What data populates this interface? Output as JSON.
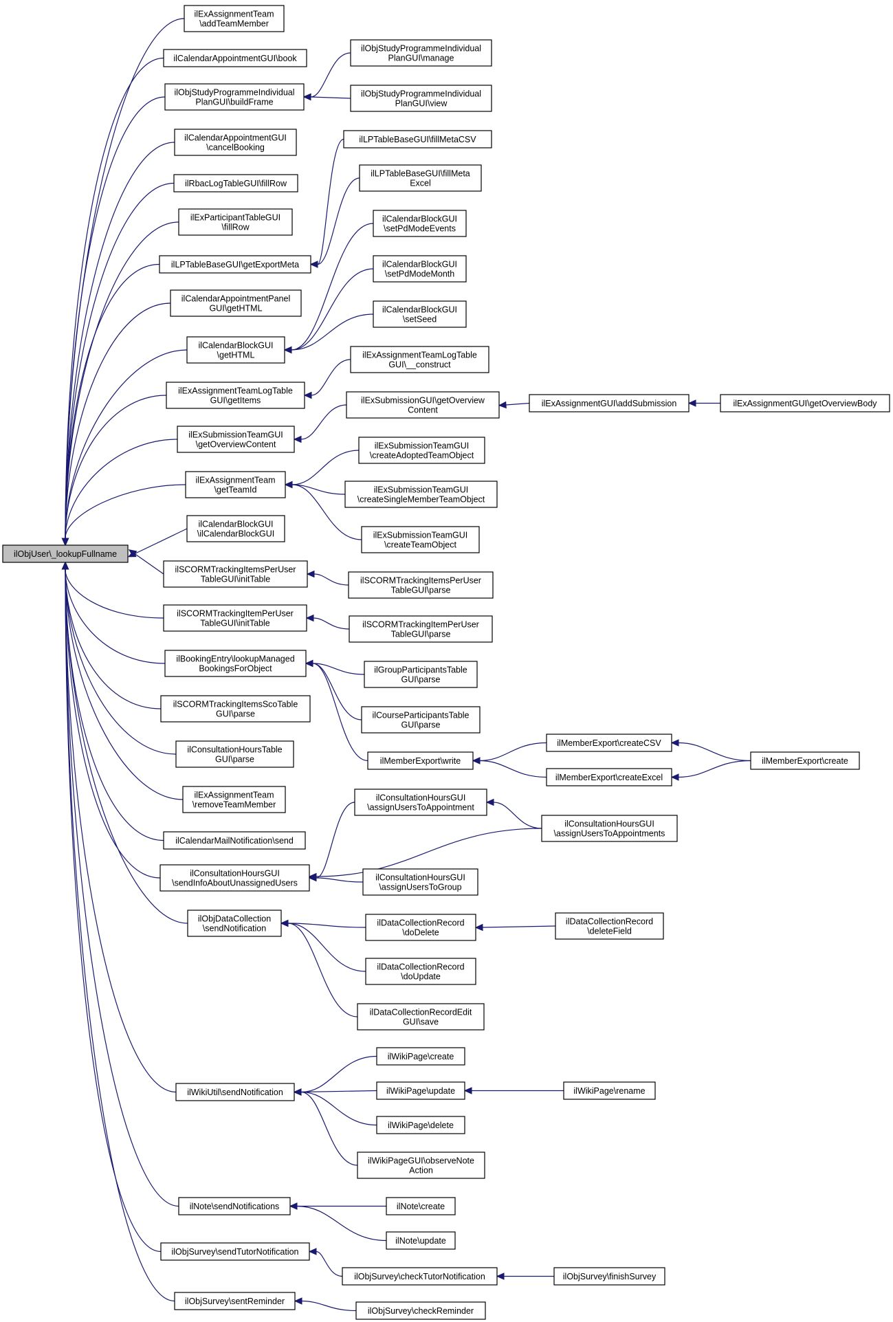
{
  "graph": {
    "nodes": [
      {
        "id": "root",
        "label": "ilObjUser\\_lookupFullname",
        "root": true
      },
      {
        "id": "n1",
        "label": "ilExAssignmentTeam\n\\addTeamMember"
      },
      {
        "id": "n2",
        "label": "ilCalendarAppointmentGUI\\book"
      },
      {
        "id": "n3",
        "label": "ilObjStudyProgrammeIndividual\nPlanGUI\\buildFrame"
      },
      {
        "id": "n4",
        "label": "ilCalendarAppointmentGUI\n\\cancelBooking"
      },
      {
        "id": "n5",
        "label": "ilRbacLogTableGUI\\fillRow"
      },
      {
        "id": "n6",
        "label": "ilExParticipantTableGUI\n\\fillRow"
      },
      {
        "id": "n7",
        "label": "ilLPTableBaseGUI\\getExportMeta"
      },
      {
        "id": "n8",
        "label": "ilCalendarAppointmentPanel\nGUI\\getHTML"
      },
      {
        "id": "n9",
        "label": "ilCalendarBlockGUI\n\\getHTML"
      },
      {
        "id": "n10",
        "label": "ilExAssignmentTeamLogTable\nGUI\\getItems"
      },
      {
        "id": "n11",
        "label": "ilExSubmissionTeamGUI\n\\getOverviewContent"
      },
      {
        "id": "n12",
        "label": "ilExAssignmentTeam\n\\getTeamId"
      },
      {
        "id": "n13",
        "label": "ilCalendarBlockGUI\n\\ilCalendarBlockGUI"
      },
      {
        "id": "n14",
        "label": "ilSCORMTrackingItemsPerUser\nTableGUI\\initTable"
      },
      {
        "id": "n15",
        "label": "ilSCORMTrackingItemPerUser\nTableGUI\\initTable"
      },
      {
        "id": "n16",
        "label": "ilBookingEntry\\lookupManaged\nBookingsForObject"
      },
      {
        "id": "n17",
        "label": "ilSCORMTrackingItemsScoTable\nGUI\\parse"
      },
      {
        "id": "n18",
        "label": "ilConsultationHoursTable\nGUI\\parse"
      },
      {
        "id": "n19",
        "label": "ilExAssignmentTeam\n\\removeTeamMember"
      },
      {
        "id": "n20",
        "label": "ilCalendarMailNotification\\send"
      },
      {
        "id": "n21",
        "label": "ilConsultationHoursGUI\n\\sendInfoAboutUnassignedUsers"
      },
      {
        "id": "n22",
        "label": "ilObjDataCollection\n\\sendNotification"
      },
      {
        "id": "n23",
        "label": "ilWikiUtil\\sendNotification"
      },
      {
        "id": "n24",
        "label": "ilNote\\sendNotifications"
      },
      {
        "id": "n25",
        "label": "ilObjSurvey\\sendTutorNotification"
      },
      {
        "id": "n26",
        "label": "ilObjSurvey\\sentReminder"
      },
      {
        "id": "m1",
        "label": "ilObjStudyProgrammeIndividual\nPlanGUI\\manage"
      },
      {
        "id": "m2",
        "label": "ilObjStudyProgrammeIndividual\nPlanGUI\\view"
      },
      {
        "id": "m3",
        "label": "ilLPTableBaseGUI\\fillMetaCSV"
      },
      {
        "id": "m4",
        "label": "ilLPTableBaseGUI\\fillMeta\nExcel"
      },
      {
        "id": "m5",
        "label": "ilCalendarBlockGUI\n\\setPdModeEvents"
      },
      {
        "id": "m6",
        "label": "ilCalendarBlockGUI\n\\setPdModeMonth"
      },
      {
        "id": "m7",
        "label": "ilCalendarBlockGUI\n\\setSeed"
      },
      {
        "id": "m8",
        "label": "ilExAssignmentTeamLogTable\nGUI\\__construct"
      },
      {
        "id": "m9",
        "label": "ilExSubmissionGUI\\getOverview\nContent"
      },
      {
        "id": "m10",
        "label": "ilExSubmissionTeamGUI\n\\createAdoptedTeamObject"
      },
      {
        "id": "m11",
        "label": "ilExSubmissionTeamGUI\n\\createSingleMemberTeamObject"
      },
      {
        "id": "m12",
        "label": "ilExSubmissionTeamGUI\n\\createTeamObject"
      },
      {
        "id": "m13",
        "label": "ilSCORMTrackingItemsPerUser\nTableGUI\\parse"
      },
      {
        "id": "m14",
        "label": "ilSCORMTrackingItemPerUser\nTableGUI\\parse"
      },
      {
        "id": "m15",
        "label": "ilGroupParticipantsTable\nGUI\\parse"
      },
      {
        "id": "m16",
        "label": "ilCourseParticipantsTable\nGUI\\parse"
      },
      {
        "id": "m17",
        "label": "ilMemberExport\\write"
      },
      {
        "id": "m18",
        "label": "ilConsultationHoursGUI\n\\assignUsersToAppointment"
      },
      {
        "id": "m19",
        "label": "ilConsultationHoursGUI\n\\assignUsersToGroup"
      },
      {
        "id": "m20",
        "label": "ilDataCollectionRecord\n\\doDelete"
      },
      {
        "id": "m21",
        "label": "ilDataCollectionRecord\n\\doUpdate"
      },
      {
        "id": "m22",
        "label": "ilDataCollectionRecordEdit\nGUI\\save"
      },
      {
        "id": "m23",
        "label": "ilWikiPage\\create"
      },
      {
        "id": "m24",
        "label": "ilWikiPage\\update"
      },
      {
        "id": "m25",
        "label": "ilWikiPage\\delete"
      },
      {
        "id": "m26",
        "label": "ilWikiPageGUI\\observeNote\nAction"
      },
      {
        "id": "m27",
        "label": "ilNote\\create"
      },
      {
        "id": "m28",
        "label": "ilNote\\update"
      },
      {
        "id": "m29",
        "label": "ilObjSurvey\\checkTutorNotification"
      },
      {
        "id": "m30",
        "label": "ilObjSurvey\\checkReminder"
      },
      {
        "id": "p1",
        "label": "ilExAssignmentGUI\\addSubmission"
      },
      {
        "id": "p2",
        "label": "ilMemberExport\\createCSV"
      },
      {
        "id": "p3",
        "label": "ilMemberExport\\createExcel"
      },
      {
        "id": "p4",
        "label": "ilConsultationHoursGUI\n\\assignUsersToAppointments"
      },
      {
        "id": "p5",
        "label": "ilDataCollectionRecord\n\\deleteField"
      },
      {
        "id": "p6",
        "label": "ilWikiPage\\rename"
      },
      {
        "id": "p7",
        "label": "ilObjSurvey\\finishSurvey"
      },
      {
        "id": "q1",
        "label": "ilExAssignmentGUI\\getOverviewBody"
      },
      {
        "id": "q2",
        "label": "ilMemberExport\\create"
      }
    ],
    "edges": [
      {
        "from": "n1",
        "to": "root"
      },
      {
        "from": "n2",
        "to": "root"
      },
      {
        "from": "n3",
        "to": "root"
      },
      {
        "from": "n4",
        "to": "root"
      },
      {
        "from": "n5",
        "to": "root"
      },
      {
        "from": "n6",
        "to": "root"
      },
      {
        "from": "n7",
        "to": "root"
      },
      {
        "from": "n8",
        "to": "root"
      },
      {
        "from": "n9",
        "to": "root"
      },
      {
        "from": "n10",
        "to": "root"
      },
      {
        "from": "n11",
        "to": "root"
      },
      {
        "from": "n12",
        "to": "root"
      },
      {
        "from": "n13",
        "to": "root"
      },
      {
        "from": "n14",
        "to": "root"
      },
      {
        "from": "n15",
        "to": "root"
      },
      {
        "from": "n16",
        "to": "root"
      },
      {
        "from": "n17",
        "to": "root"
      },
      {
        "from": "n18",
        "to": "root"
      },
      {
        "from": "n19",
        "to": "root"
      },
      {
        "from": "n20",
        "to": "root"
      },
      {
        "from": "n21",
        "to": "root"
      },
      {
        "from": "n22",
        "to": "root"
      },
      {
        "from": "n23",
        "to": "root"
      },
      {
        "from": "n24",
        "to": "root"
      },
      {
        "from": "n25",
        "to": "root"
      },
      {
        "from": "n26",
        "to": "root"
      },
      {
        "from": "m1",
        "to": "n3"
      },
      {
        "from": "m2",
        "to": "n3"
      },
      {
        "from": "m3",
        "to": "n7"
      },
      {
        "from": "m4",
        "to": "n7"
      },
      {
        "from": "m5",
        "to": "n9"
      },
      {
        "from": "m6",
        "to": "n9"
      },
      {
        "from": "m7",
        "to": "n9"
      },
      {
        "from": "m8",
        "to": "n10"
      },
      {
        "from": "m9",
        "to": "n11"
      },
      {
        "from": "m10",
        "to": "n12"
      },
      {
        "from": "m11",
        "to": "n12"
      },
      {
        "from": "m12",
        "to": "n12"
      },
      {
        "from": "m13",
        "to": "n14"
      },
      {
        "from": "m14",
        "to": "n15"
      },
      {
        "from": "m15",
        "to": "n16"
      },
      {
        "from": "m16",
        "to": "n16"
      },
      {
        "from": "m17",
        "to": "n16"
      },
      {
        "from": "m18",
        "to": "n21"
      },
      {
        "from": "p4",
        "to": "n21"
      },
      {
        "from": "m19",
        "to": "n21"
      },
      {
        "from": "m20",
        "to": "n22"
      },
      {
        "from": "m21",
        "to": "n22"
      },
      {
        "from": "m22",
        "to": "n22"
      },
      {
        "from": "m23",
        "to": "n23"
      },
      {
        "from": "m24",
        "to": "n23"
      },
      {
        "from": "m25",
        "to": "n23"
      },
      {
        "from": "m26",
        "to": "n23"
      },
      {
        "from": "m27",
        "to": "n24"
      },
      {
        "from": "m28",
        "to": "n24"
      },
      {
        "from": "m29",
        "to": "n25"
      },
      {
        "from": "m30",
        "to": "n26"
      },
      {
        "from": "p1",
        "to": "m9"
      },
      {
        "from": "q1",
        "to": "p1"
      },
      {
        "from": "p2",
        "to": "m17"
      },
      {
        "from": "p3",
        "to": "m17"
      },
      {
        "from": "q2",
        "to": "p2"
      },
      {
        "from": "q2",
        "to": "p3"
      },
      {
        "from": "p4",
        "to": "m18"
      },
      {
        "from": "p5",
        "to": "m20"
      },
      {
        "from": "p6",
        "to": "m24"
      },
      {
        "from": "p7",
        "to": "m29"
      }
    ]
  }
}
